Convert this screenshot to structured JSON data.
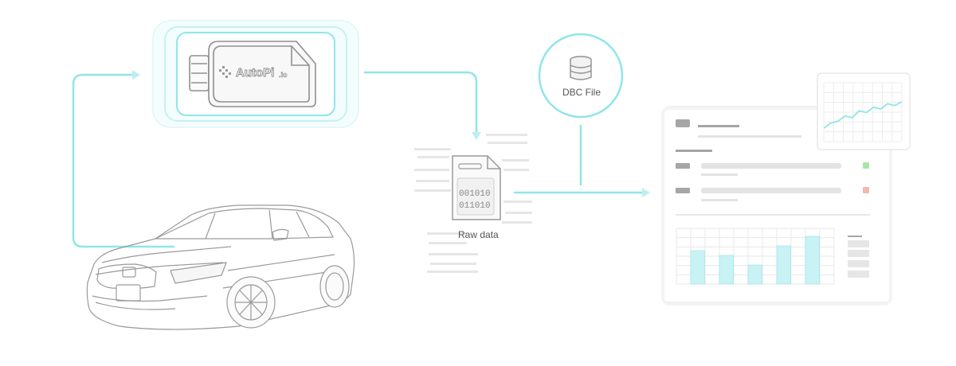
{
  "device": {
    "brand": "AutoPi",
    "suffix": ".io"
  },
  "raw_data": {
    "label": "Raw data",
    "bits": [
      "001010",
      "011010"
    ]
  },
  "dbc": {
    "label": "DBC File"
  },
  "dashboard": {
    "bar_values": [
      0.7,
      0.6,
      0.4,
      0.8,
      1.0
    ],
    "status_colors": [
      "#a8e6a8",
      "#f7b5b5"
    ],
    "line_values": [
      0.2,
      0.35,
      0.4,
      0.55,
      0.5,
      0.7,
      0.65,
      0.8,
      0.75,
      0.9,
      0.85,
      0.95
    ]
  },
  "colors": {
    "accent": "#8fe6ea",
    "accent_soft": "#d6f7f8",
    "line_gray": "#9a9a9a",
    "bar_fill": "#c9f2f4"
  }
}
